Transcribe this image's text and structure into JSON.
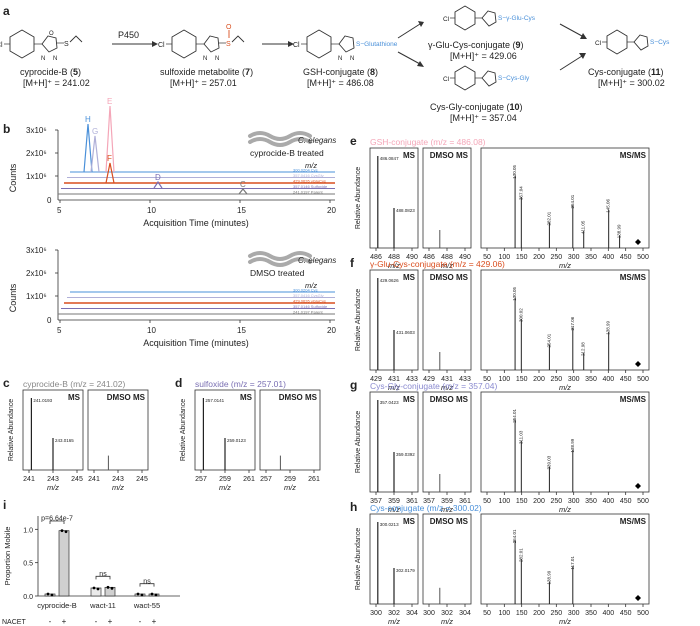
{
  "panels": {
    "a": "a",
    "b": "b",
    "c": "c",
    "d": "d",
    "e": "e",
    "f": "f",
    "g": "g",
    "h": "h",
    "i": "i"
  },
  "scheme": {
    "compounds": [
      {
        "id": "cyprocide-b",
        "name": "cyprocide-B (",
        "num": "5",
        "close": ")",
        "mass": "[M+H]⁺ = 241.02"
      },
      {
        "id": "sulfoxide",
        "name": "sulfoxide metabolite (",
        "num": "7",
        "close": ")",
        "mass": "[M+H]⁺ = 257.01"
      },
      {
        "id": "gsh",
        "name": "GSH-conjugate (",
        "num": "8",
        "close": ")",
        "mass": "[M+H]⁺ = 486.08"
      },
      {
        "id": "gluc",
        "name": "γ-Glu-Cys-conjugate (",
        "num": "9",
        "close": ")",
        "mass": "[M+H]⁺ = 429.06"
      },
      {
        "id": "cysgly",
        "name": "Cys-Gly-conjugate (",
        "num": "10",
        "close": ")",
        "mass": "[M+H]⁺ = 357.04"
      },
      {
        "id": "cys",
        "name": "Cys-conjugate (",
        "num": "11",
        "close": ")",
        "mass": "[M+H]⁺ = 300.02"
      }
    ],
    "enzyme": "P450",
    "substituents": {
      "glutathione": "S−Glutathione",
      "gluc": "S−γ-Glu-Cys",
      "cysgly": "S−Cys-Gly",
      "cys": "S−Cys"
    },
    "atoms": {
      "cl": "Cl",
      "n1": "N",
      "n2": "N",
      "o": "O",
      "s": "S"
    }
  },
  "chromatograms": {
    "ylabel": "Counts",
    "xlabel": "Acquisition Time (minutes)",
    "mz_label": "m/z",
    "top": {
      "condition": "cyprocide-B treated",
      "organism": "C. elegans",
      "yticks": [
        "3x10⁶",
        "2x10⁶",
        "1x10⁶",
        "0"
      ],
      "xticks": [
        "5",
        "10",
        "15",
        "20"
      ],
      "peak_labels": [
        "H",
        "G",
        "E",
        "F",
        "D",
        "C"
      ],
      "traces": [
        {
          "label": "300.0204 Cys",
          "color": "#4a90d9"
        },
        {
          "label": "357.0416 CysGly",
          "color": "#b0b0d8"
        },
        {
          "label": "429.0626 γGluCys",
          "color": "#d94e1f"
        },
        {
          "label": "357.0146 Sulfoxide",
          "color": "#7a6fb3"
        },
        {
          "label": "241.0197 Parent",
          "color": "#777777"
        }
      ]
    },
    "bottom": {
      "condition": "DMSO treated",
      "organism": "C. elegans",
      "yticks": [
        "3x10⁶",
        "2x10⁶",
        "1x10⁶",
        "0"
      ],
      "xticks": [
        "5",
        "10",
        "15",
        "20"
      ]
    }
  },
  "ms_panels": {
    "ylabel": "Relative Abundance",
    "xlabel": "m/z",
    "ms": "MS",
    "dmso": "DMSO MS",
    "msms": "MS/MS",
    "c": {
      "title": "cyprocide-B (m/z = 241.02)",
      "color": "#888888",
      "ticks": [
        "241",
        "243",
        "245"
      ],
      "peaks": [
        "241.0193",
        "243.0165"
      ]
    },
    "d": {
      "title": "sulfoxide (m/z = 257.01)",
      "color": "#7a6fb3",
      "ticks": [
        "257",
        "259",
        "261"
      ],
      "peaks": [
        "257.0141",
        "259.0123"
      ]
    },
    "e": {
      "title": "GSH-conjugate (m/z = 486.08)",
      "color": "#f4a6b8",
      "ticks": [
        "486",
        "488",
        "490"
      ],
      "peaks": [
        "486.0847",
        "488.0823"
      ],
      "msms_ticks": [
        "50",
        "100",
        "150",
        "200",
        "250",
        "300",
        "350",
        "400",
        "450",
        "500"
      ],
      "frags": [
        "130.05",
        "357.04",
        "282.01",
        "254.01",
        "411.05",
        "145.06",
        "138.99"
      ]
    },
    "f": {
      "title": "γ-Glu-Cys-conjugate (m/z = 429.06)",
      "color": "#d94e1f",
      "ticks": [
        "429",
        "431",
        "433"
      ],
      "peaks": [
        "429.0626",
        "431.0603"
      ],
      "msms_ticks": [
        "50",
        "100",
        "150",
        "200",
        "250",
        "300",
        "350",
        "400",
        "450",
        "500"
      ],
      "frags": [
        "130.05",
        "300.02",
        "254.01",
        "217.06",
        "212.98",
        "138.99"
      ]
    },
    "g": {
      "title": "Cys-Gly-conjugate (m/z = 357.04)",
      "color": "#8a8ad0",
      "ticks": [
        "357",
        "359",
        "361"
      ],
      "peaks": [
        "357.0423",
        "359.0392"
      ],
      "msms_ticks": [
        "50",
        "100",
        "150",
        "200",
        "250",
        "300",
        "350",
        "400",
        "450",
        "500"
      ],
      "frags": [
        "254.01",
        "311.03",
        "339.03",
        "138.99"
      ]
    },
    "h": {
      "title": "Cys-conjugate (m/z = 300.02)",
      "color": "#4a90d9",
      "ticks": [
        "300",
        "302",
        "304"
      ],
      "peaks": [
        "300.0213",
        "302.0179"
      ],
      "msms_ticks": [
        "50",
        "100",
        "150",
        "200",
        "250",
        "300",
        "350",
        "400",
        "450",
        "500"
      ],
      "frags": [
        "254.01",
        "282.01",
        "138.99",
        "117.01"
      ]
    }
  },
  "bar_panel": {
    "ylabel": "Proportion Mobile",
    "yticks": [
      "0.0",
      "0.5",
      "1.0"
    ],
    "groups": [
      "cyprocide-B",
      "wact-11",
      "wact-55"
    ],
    "xrow_label": "NACET",
    "signs": [
      "-",
      "+",
      "-",
      "+",
      "-",
      "+"
    ],
    "pvalue": "p=6.64e-7",
    "ns": "ns",
    "chart_data": {
      "type": "bar",
      "categories": [
        "cyprocide-B −",
        "cyprocide-B +",
        "wact-11 −",
        "wact-11 +",
        "wact-55 −",
        "wact-55 +"
      ],
      "values": [
        0.03,
        0.98,
        0.12,
        0.13,
        0.03,
        0.03
      ],
      "ylim": [
        0,
        1.2
      ]
    }
  }
}
